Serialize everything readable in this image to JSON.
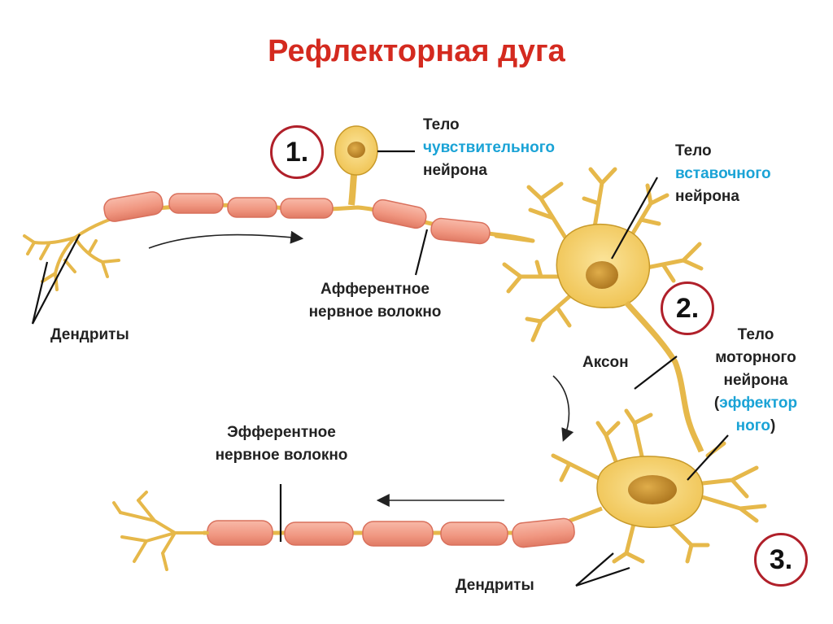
{
  "title": "Рефлекторная дуга",
  "badges": [
    "1.",
    "2.",
    "3."
  ],
  "labels": {
    "sensory_body": {
      "line1": "Тело",
      "line2": "чувствительного",
      "line3": "нейрона"
    },
    "inter_body": {
      "line1": "Тело",
      "line2": "вставочного",
      "line3": "нейрона"
    },
    "motor_body": {
      "line1": "Тело",
      "line2": "моторного",
      "line3": "нейрона",
      "line4_open": "(",
      "line4_hl": "эффектор",
      "line5_hl": "ного",
      "line5_close": ")"
    },
    "dendrites_top": "Дендриты",
    "dendrites_bottom": "Дендриты",
    "afferent": {
      "line1": "Афферентное",
      "line2": "нервное волокно"
    },
    "efferent": {
      "line1": "Эфферентное",
      "line2": "нервное волокно"
    },
    "axon": "Аксон"
  },
  "colors": {
    "title": "#d42a1f",
    "highlight": "#1aa3d6",
    "badge_border": "#b0202a",
    "neuron_fill": "#f2c858",
    "neuron_stroke": "#c89a2a",
    "myelin_fill": "#f4a08c",
    "myelin_stroke": "#d9705c",
    "nucleus": "#c9902e"
  }
}
